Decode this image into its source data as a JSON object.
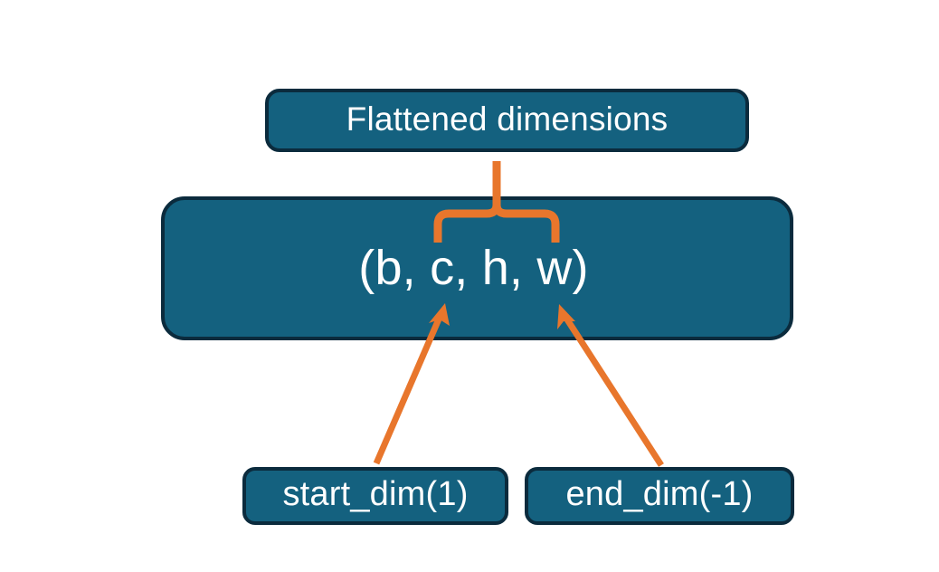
{
  "diagram": {
    "title": "Flatten dimensions diagram",
    "background_color": "#ffffff",
    "node_fill_color": "#14617f",
    "node_border_color": "#0b2b3d",
    "node_text_color": "#ffffff",
    "connector_color": "#e8762c",
    "nodes": {
      "flattened": {
        "label": "Flattened dimensions"
      },
      "shape": {
        "label": "(b, c, h, w)"
      },
      "start_dim": {
        "label": "start_dim(1)"
      },
      "end_dim": {
        "label": "end_dim(-1)"
      }
    },
    "connectors": [
      {
        "name": "brace-flattened",
        "kind": "curly-brace",
        "from": "shape",
        "to": "flattened",
        "spans_label_part": "c, h, w"
      },
      {
        "name": "arrow-start-dim",
        "kind": "arrow",
        "from": "start_dim",
        "to": "shape",
        "points_at_label_part": "c"
      },
      {
        "name": "arrow-end-dim",
        "kind": "arrow",
        "from": "end_dim",
        "to": "shape",
        "points_at_label_part": "w"
      }
    ]
  }
}
